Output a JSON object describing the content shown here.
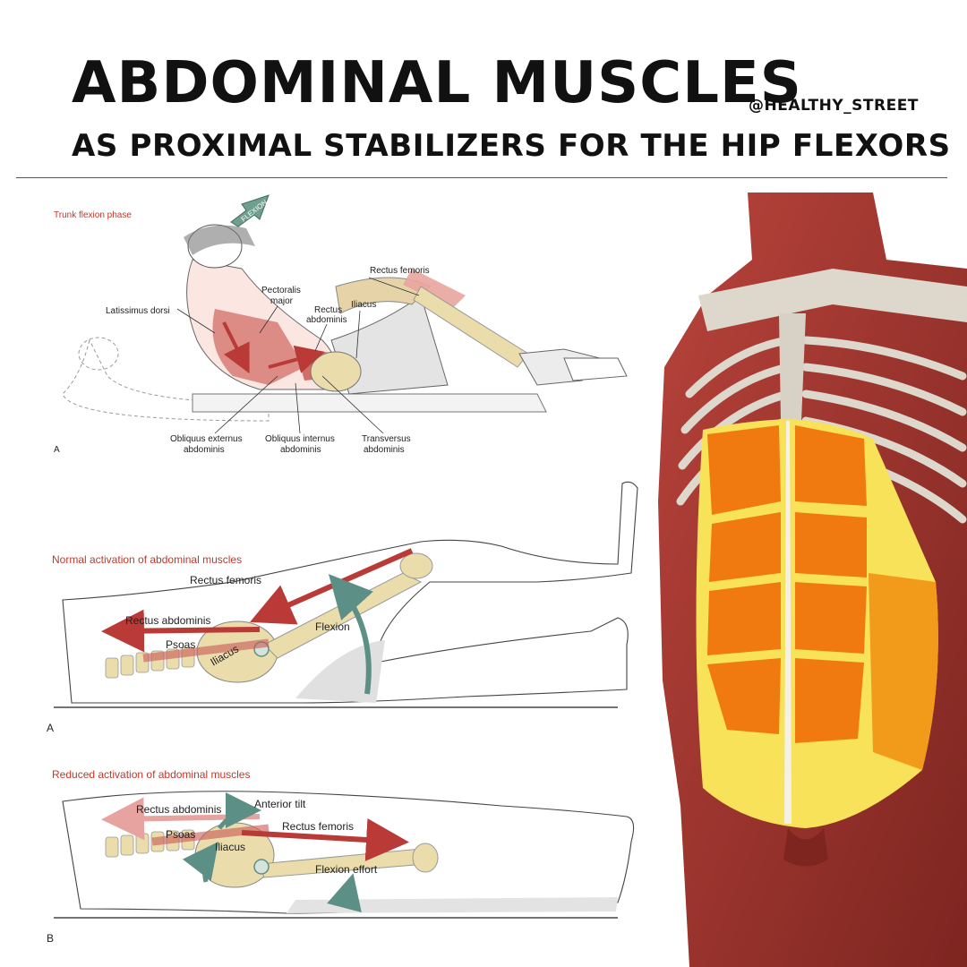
{
  "header": {
    "title": "ABDOMINAL MUSCLES",
    "handle": "@HEALTHY_STREET",
    "subtitle": "AS PROXIMAL STABILIZERS FOR THE HIP FLEXORS"
  },
  "panel_top": {
    "caption": "Trunk flexion phase",
    "arrow_label": "FLEXION",
    "letter": "A",
    "labels": {
      "rectus_femoris": "Rectus femoris",
      "pectoralis": "Pectoralis",
      "major": "major",
      "rectus": "Rectus",
      "abdominis": "abdominis",
      "iliacus": "Iliacus",
      "latissimus": "Latissimus dorsi",
      "obl_ext": "Obliquus externus",
      "obl_ext2": "abdominis",
      "obl_int": "Obliquus internus",
      "obl_int2": "abdominis",
      "transversus": "Transversus",
      "transversus2": "abdominis"
    }
  },
  "panel_mid": {
    "caption": "Normal activation of abdominal muscles",
    "letter": "A",
    "labels": {
      "rectus_femoris": "Rectus femoris",
      "rectus_abdominis": "Rectus abdominis",
      "psoas": "Psoas",
      "iliacus": "Iliacus",
      "flexion": "Flexion"
    }
  },
  "panel_bot": {
    "caption": "Reduced activation of abdominal muscles",
    "letter": "B",
    "labels": {
      "rectus_abdominis": "Rectus abdominis",
      "anterior_tilt": "Anterior tilt",
      "rectus_femoris": "Rectus femoris",
      "psoas": "Psoas",
      "iliacus": "Iliacus",
      "flexion_effort": "Flexion effort"
    }
  },
  "colors": {
    "caption_red": "#c0392b",
    "muscle_red": "#b93a36",
    "bone": "#eadcab",
    "teal": "#5c8f85",
    "abs_orange": "#f07a10",
    "abs_yellow": "#f7e25a"
  }
}
